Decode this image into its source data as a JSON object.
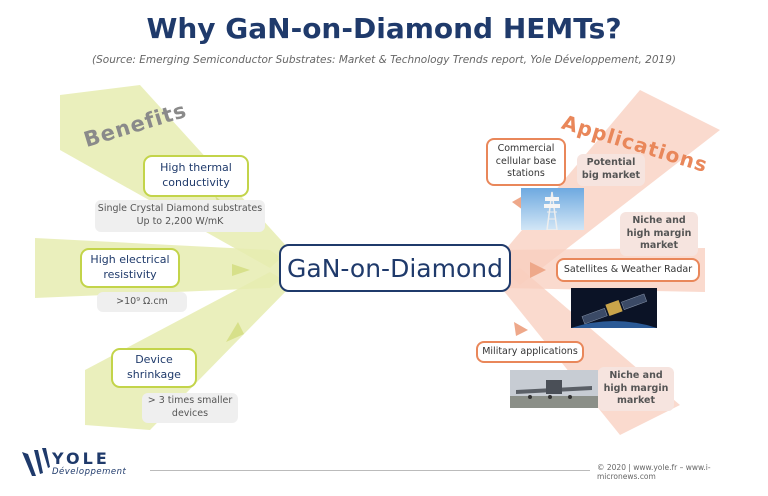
{
  "header": {
    "title": "Why GaN-on-Diamond HEMTs?",
    "source": "(Source: Emerging Semiconductor Substrates: Market & Technology Trends report, Yole Développement, 2019)"
  },
  "benefits": {
    "heading": "Benefits",
    "items": [
      {
        "label": "High thermal conductivity",
        "note_lines": [
          "Single Crystal Diamond substrates",
          "Up to 2,200 W/mK"
        ]
      },
      {
        "label": "High electrical resistivity",
        "note_lines": [
          ">10⁹ Ω.cm"
        ]
      },
      {
        "label": "Device shrinkage",
        "note_lines": [
          "> 3 times smaller",
          "devices"
        ]
      }
    ]
  },
  "center": {
    "label": "GaN-on-Diamond"
  },
  "applications": {
    "heading": "Applications",
    "items": [
      {
        "label": "Commercial cellular base stations",
        "note": "Potential big market",
        "image": "cell-tower-image"
      },
      {
        "label": "Satellites & Weather Radar",
        "note": "Niche and high margin market",
        "image": "satellite-image"
      },
      {
        "label": "Military applications",
        "note": "Niche and high margin market",
        "image": "military-aircraft-image"
      }
    ]
  },
  "colors": {
    "title": "#1f3a6b",
    "benefit_arrow": "#e6ecb0",
    "benefit_border": "#c3d44a",
    "application_arrow": "#f8cdbd",
    "application_border": "#e9875a"
  },
  "footer": {
    "logo": "YOLE",
    "logo_sub": "Développement",
    "copyright": "© 2020 | www.yole.fr – www.i-micronews.com"
  }
}
